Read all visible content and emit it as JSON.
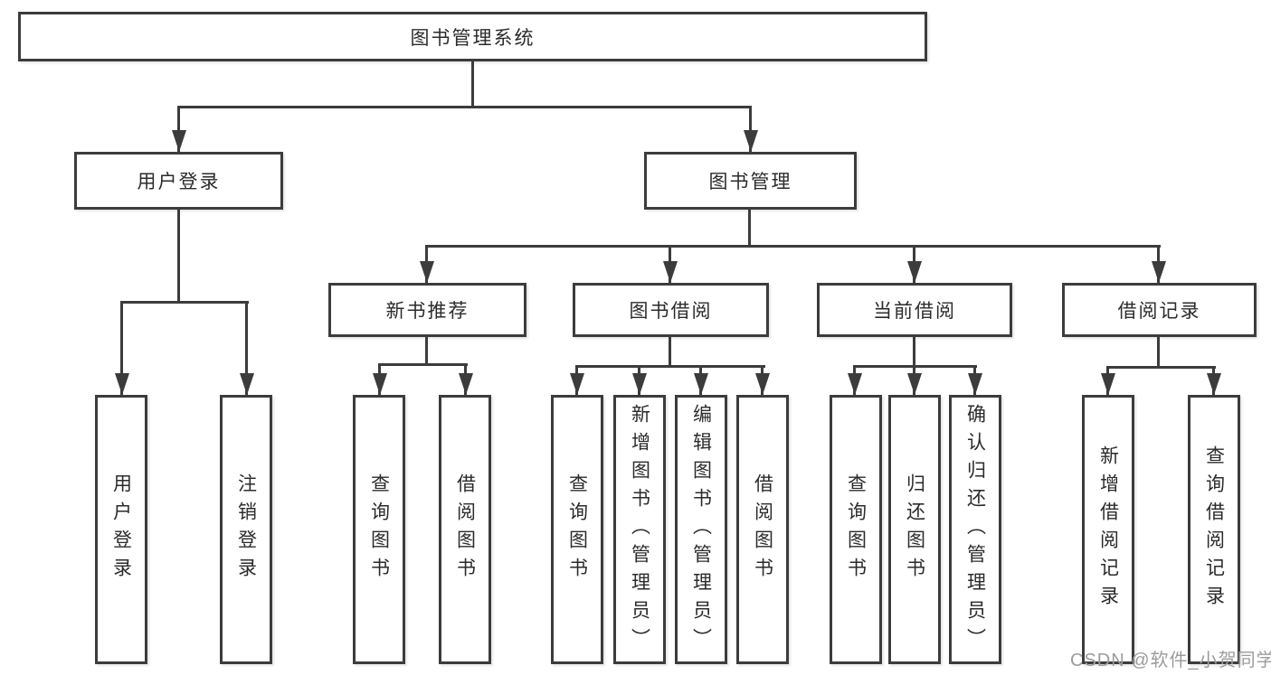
{
  "tree": {
    "root": "图书管理系统",
    "branches": [
      {
        "label": "用户登录",
        "leaves": [
          "用户登录",
          "注销登录"
        ]
      },
      {
        "label": "图书管理",
        "groups": [
          {
            "label": "新书推荐",
            "leaves": [
              "查询图书",
              "借阅图书"
            ]
          },
          {
            "label": "图书借阅",
            "leaves": [
              "查询图书",
              "新增图书（管理员）",
              "编辑图书（管理员）",
              "借阅图书"
            ]
          },
          {
            "label": "当前借阅",
            "leaves": [
              "查询图书",
              "归还图书",
              "确认归还（管理员）"
            ]
          },
          {
            "label": "借阅记录",
            "leaves": [
              "新增借阅记录",
              "查询借阅记录"
            ]
          }
        ]
      }
    ]
  },
  "watermark": {
    "text": "CSDN @软件_小贺同学",
    "color": "#9c9c9c"
  },
  "colors": {
    "line": "#3c3c3c",
    "text": "#2b2b2b",
    "background": "#ffffff"
  }
}
